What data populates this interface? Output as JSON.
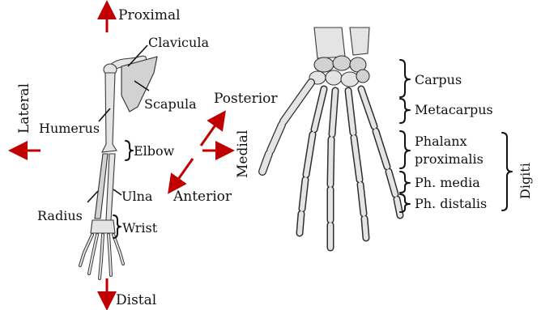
{
  "colors": {
    "arrow": "#c00000",
    "ink": "#111111"
  },
  "directions": {
    "proximal": "Proximal",
    "distal": "Distal",
    "lateral": "Lateral",
    "medial": "Medial",
    "posterior": "Posterior",
    "anterior": "Anterior"
  },
  "arm_labels": {
    "clavicula": "Clavicula",
    "scapula": "Scapula",
    "humerus": "Humerus",
    "elbow": "Elbow",
    "ulna": "Ulna",
    "radius": "Radius",
    "wrist": "Wrist"
  },
  "hand_labels": {
    "carpus": "Carpus",
    "metacarpus": "Metacarpus",
    "phalanx_line1": "Phalanx",
    "phalanx_line2": "proximalis",
    "ph_media": "Ph. media",
    "ph_distalis": "Ph. distalis",
    "digiti": "Digiti"
  }
}
